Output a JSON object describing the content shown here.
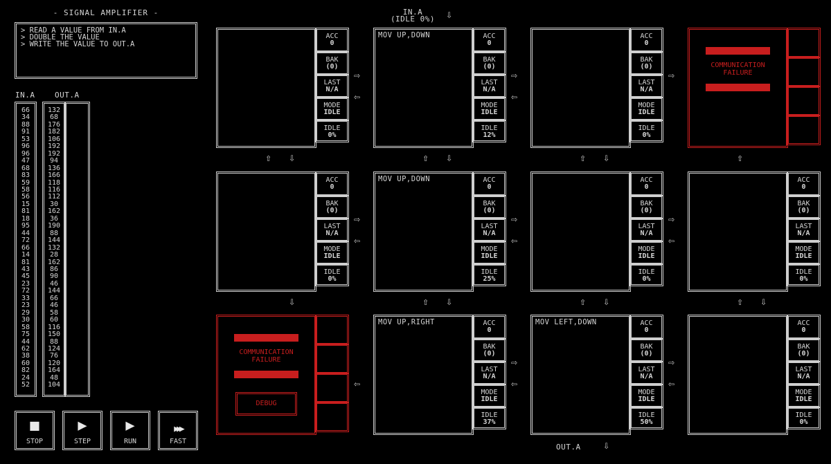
{
  "puzzle_title": "- SIGNAL AMPLIFIER -",
  "description": [
    "> READ A VALUE FROM IN.A",
    "> DOUBLE THE VALUE",
    "> WRITE THE VALUE TO OUT.A"
  ],
  "io": {
    "in_header": "IN.A",
    "out_header": "OUT.A",
    "in_values": [
      "66",
      "34",
      "88",
      "91",
      "53",
      "96",
      "96",
      "47",
      "68",
      "83",
      "59",
      "58",
      "56",
      "15",
      "81",
      "18",
      "95",
      "44",
      "72",
      "66",
      "14",
      "81",
      "43",
      "45",
      "23",
      "72",
      "33",
      "23",
      "29",
      "30",
      "58",
      "75",
      "44",
      "62",
      "38",
      "60",
      "82",
      "24",
      "52"
    ],
    "out_values": [
      "132",
      "68",
      "176",
      "182",
      "106",
      "192",
      "192",
      "94",
      "136",
      "166",
      "118",
      "116",
      "112",
      "30",
      "162",
      "36",
      "190",
      "88",
      "144",
      "132",
      "28",
      "162",
      "86",
      "90",
      "46",
      "144",
      "66",
      "46",
      "58",
      "60",
      "116",
      "150",
      "88",
      "124",
      "76",
      "120",
      "164",
      "48",
      "104"
    ]
  },
  "top_input": {
    "name": "IN.A",
    "status": "(IDLE 0%)"
  },
  "bottom_output": {
    "name": "OUT.A"
  },
  "stat_labels": {
    "acc": "ACC",
    "bak": "BAK",
    "last": "LAST",
    "mode": "MODE",
    "idle": "IDLE"
  },
  "nodes": [
    {
      "code": "",
      "acc": "0",
      "bak": "(0)",
      "last": "N/A",
      "mode": "IDLE",
      "idle": "0%"
    },
    {
      "code": "MOV UP,DOWN",
      "acc": "0",
      "bak": "(0)",
      "last": "N/A",
      "mode": "IDLE",
      "idle": "12%"
    },
    {
      "code": "",
      "acc": "0",
      "bak": "(0)",
      "last": "N/A",
      "mode": "IDLE",
      "idle": "0%"
    },
    {
      "failure": true,
      "failure_text": "COMMUNICATION\nFAILURE"
    },
    {
      "code": "",
      "acc": "0",
      "bak": "(0)",
      "last": "N/A",
      "mode": "IDLE",
      "idle": "0%"
    },
    {
      "code": "MOV UP,DOWN",
      "acc": "0",
      "bak": "(0)",
      "last": "N/A",
      "mode": "IDLE",
      "idle": "25%"
    },
    {
      "code": "",
      "acc": "0",
      "bak": "(0)",
      "last": "N/A",
      "mode": "IDLE",
      "idle": "0%"
    },
    {
      "code": "",
      "acc": "0",
      "bak": "(0)",
      "last": "N/A",
      "mode": "IDLE",
      "idle": "0%"
    },
    {
      "failure": true,
      "failure_text": "COMMUNICATION\nFAILURE",
      "debug_label": "DEBUG"
    },
    {
      "code": "MOV UP,RIGHT",
      "acc": "0",
      "bak": "(0)",
      "last": "N/A",
      "mode": "IDLE",
      "idle": "37%"
    },
    {
      "code": "MOV LEFT,DOWN",
      "acc": "0",
      "bak": "(0)",
      "last": "N/A",
      "mode": "IDLE",
      "idle": "50%"
    },
    {
      "code": "",
      "acc": "0",
      "bak": "(0)",
      "last": "N/A",
      "mode": "IDLE",
      "idle": "0%"
    }
  ],
  "arrow_glyphs": {
    "right": "⇨",
    "left": "⇦",
    "up": "⇧",
    "down": "⇩"
  },
  "controls": [
    {
      "label": "STOP",
      "icon": "stop-icon",
      "glyph": "■"
    },
    {
      "label": "STEP",
      "icon": "step-icon",
      "glyph": "▶"
    },
    {
      "label": "RUN",
      "icon": "run-icon",
      "glyph": "▶"
    },
    {
      "label": "FAST",
      "icon": "fast-icon",
      "glyph": "▶▶▶"
    }
  ],
  "colors": {
    "frame": "#cfcfcf",
    "failure": "#c81e1e",
    "background": "#000000"
  }
}
